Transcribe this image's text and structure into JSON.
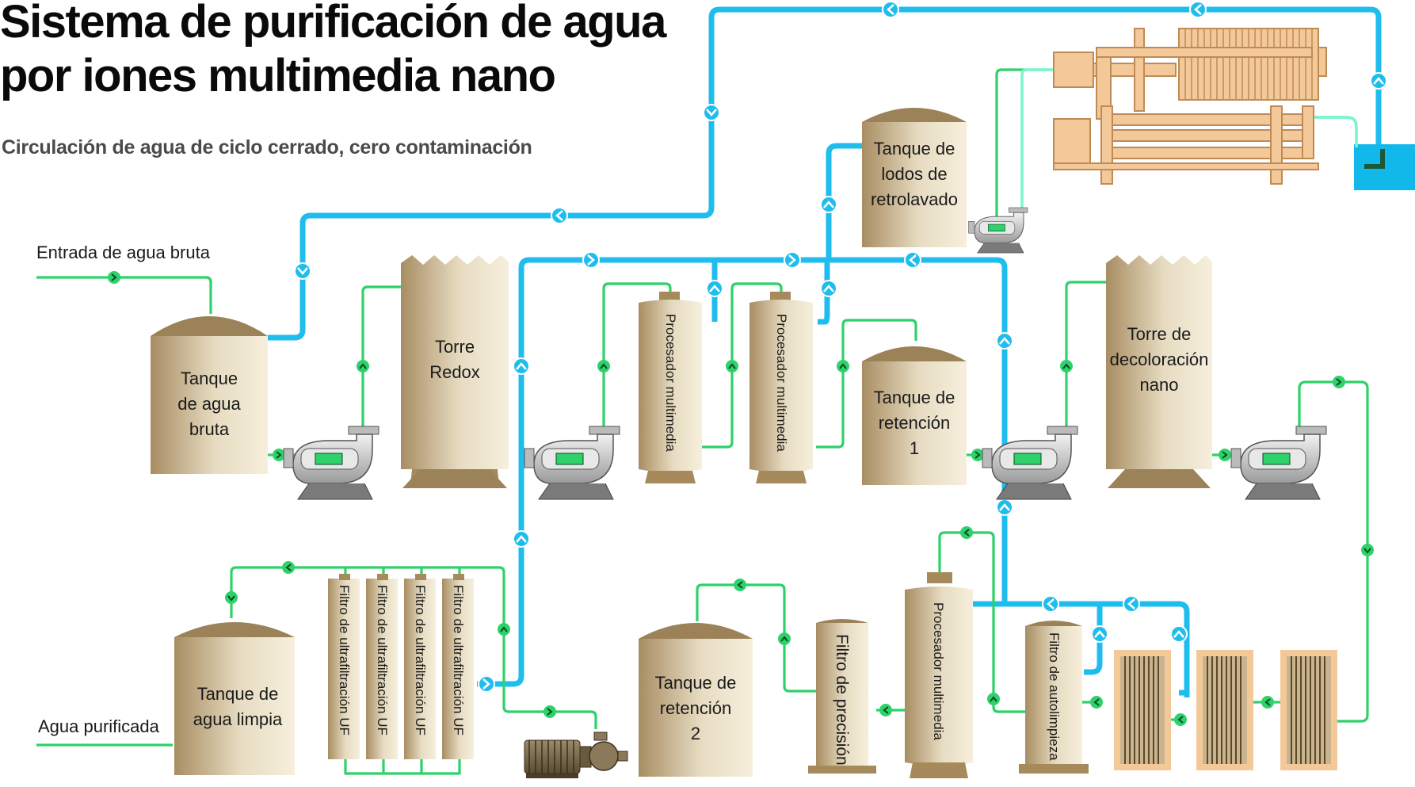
{
  "title_line1": "Sistema de purificación de agua",
  "title_line2": "por iones multimedia nano",
  "subtitle": "Circulación de agua de ciclo cerrado, cero contaminación",
  "io": {
    "inlet": "Entrada de agua bruta",
    "outlet": "Agua purificada"
  },
  "tanks": {
    "raw_l1": "Tanque",
    "raw_l2": "de agua",
    "raw_l3": "bruta",
    "redox_l1": "Torre",
    "redox_l2": "Redox",
    "sludge_l1": "Tanque de",
    "sludge_l2": "lodos de",
    "sludge_l3": "retrolavado",
    "hold1_l1": "Tanque de",
    "hold1_l2": "retención",
    "hold1_l3": "1",
    "decolor_l1": "Torre de",
    "decolor_l2": "decoloración",
    "decolor_l3": "nano",
    "clean_l1": "Tanque de",
    "clean_l2": "agua limpia",
    "hold2_l1": "Tanque de",
    "hold2_l2": "retención",
    "hold2_l3": "2"
  },
  "vertical": {
    "multimedia_a": "Procesador multimedia",
    "multimedia_b": "Procesador multimedia",
    "multimedia_c": "Procesador multimedia",
    "uf_1": "Filtro de ultrafiltración UF",
    "uf_2": "Filtro de ultrafiltración UF",
    "uf_3": "Filtro de ultrafiltración UF",
    "uf_4": "Filtro de ultrafiltración UF",
    "precision": "Filtro de precisión",
    "selfclean": "Filtro de autolimpieza"
  },
  "colors": {
    "blue_pipe": "#1fbdee",
    "green_pipe": "#2ed16a",
    "tank_fill": "#c9b48f",
    "tank_dark": "#9c8258",
    "filterpress": "#f3c999",
    "sump": "#12b8ea"
  }
}
